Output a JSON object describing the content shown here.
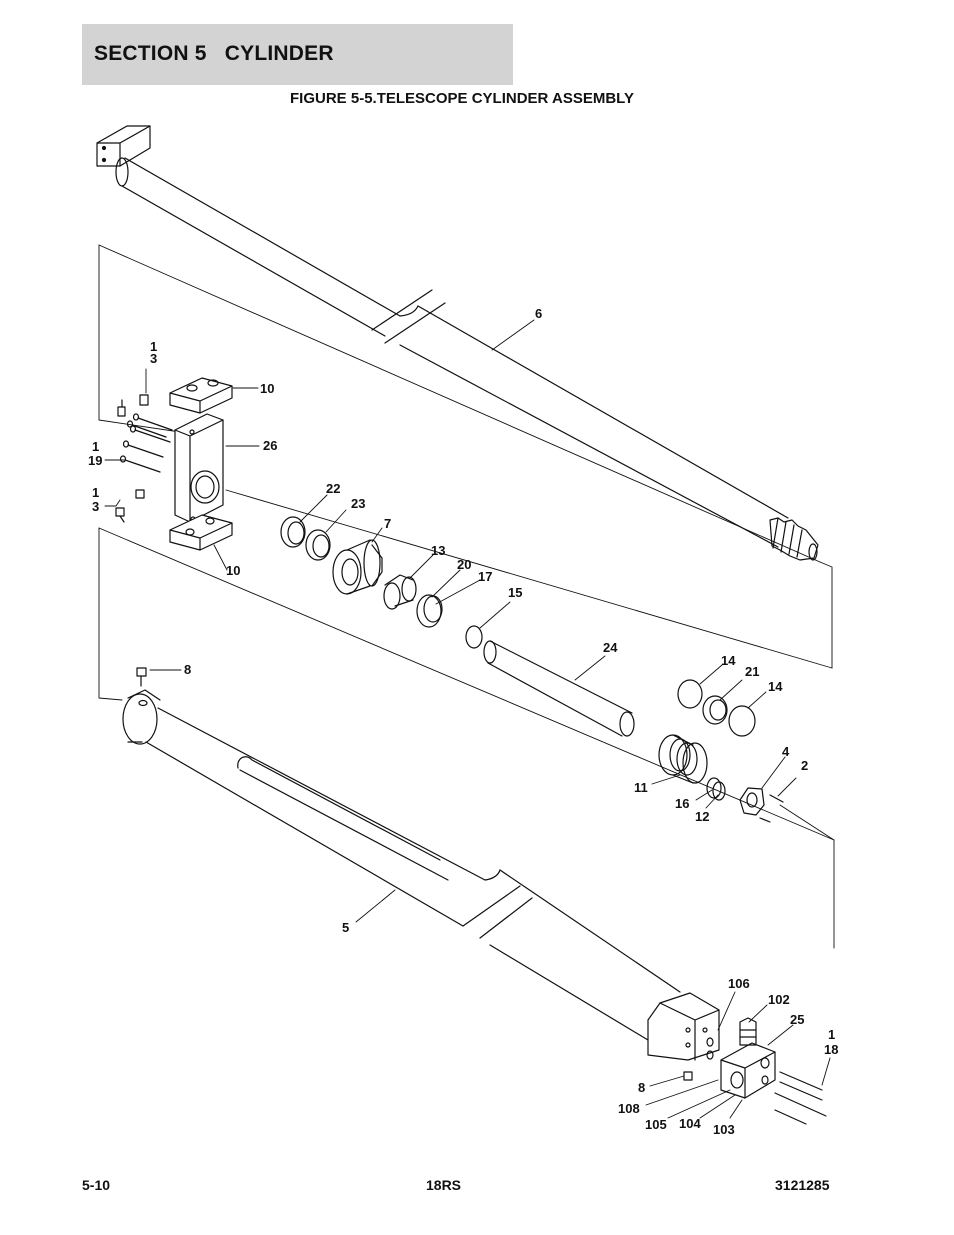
{
  "header": {
    "section_title": "SECTION 5   CYLINDER"
  },
  "figure": {
    "title": "FIGURE 5-5.TELESCOPE CYLINDER ASSEMBLY"
  },
  "callouts": {
    "c6": "6",
    "c1a": "1",
    "c3a": "3",
    "c10a": "10",
    "c26": "26",
    "c1b": "1",
    "c19": "19",
    "c1c": "1",
    "c3b": "3",
    "c10b": "10",
    "c22": "22",
    "c23": "23",
    "c7": "7",
    "c13": "13",
    "c20": "20",
    "c17": "17",
    "c15": "15",
    "c24": "24",
    "c8a": "8",
    "c14a": "14",
    "c21": "21",
    "c14b": "14",
    "c4": "4",
    "c2": "2",
    "c11": "11",
    "c16": "16",
    "c12": "12",
    "c5": "5",
    "c106": "106",
    "c102": "102",
    "c25": "25",
    "c1d": "1",
    "c18": "18",
    "c8b": "8",
    "c108": "108",
    "c105": "105",
    "c104": "104",
    "c103": "103"
  },
  "footer": {
    "page_number": "5-10",
    "model": "18RS",
    "doc_number": "3121285"
  }
}
